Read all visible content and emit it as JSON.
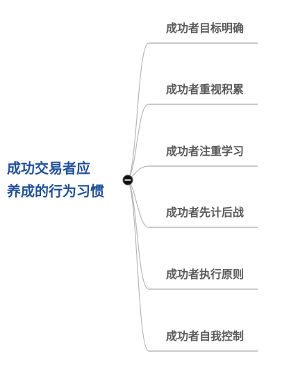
{
  "root": {
    "lines": [
      "成功交易者应",
      "养成的行为习惯"
    ]
  },
  "branches": [
    {
      "label": "成功者目标明确"
    },
    {
      "label": "成功者重视积累"
    },
    {
      "label": "成功者注重学习"
    },
    {
      "label": "成功者先计后战"
    },
    {
      "label": "成功者执行原则"
    },
    {
      "label": "成功者自我控制"
    }
  ],
  "colors": {
    "root_text": "#1f4f9c",
    "branch_text": "#5a5a5a",
    "connector": "#b7b7b7",
    "hub": "#111111"
  },
  "icons": {
    "hub": "collapse-node-icon"
  }
}
